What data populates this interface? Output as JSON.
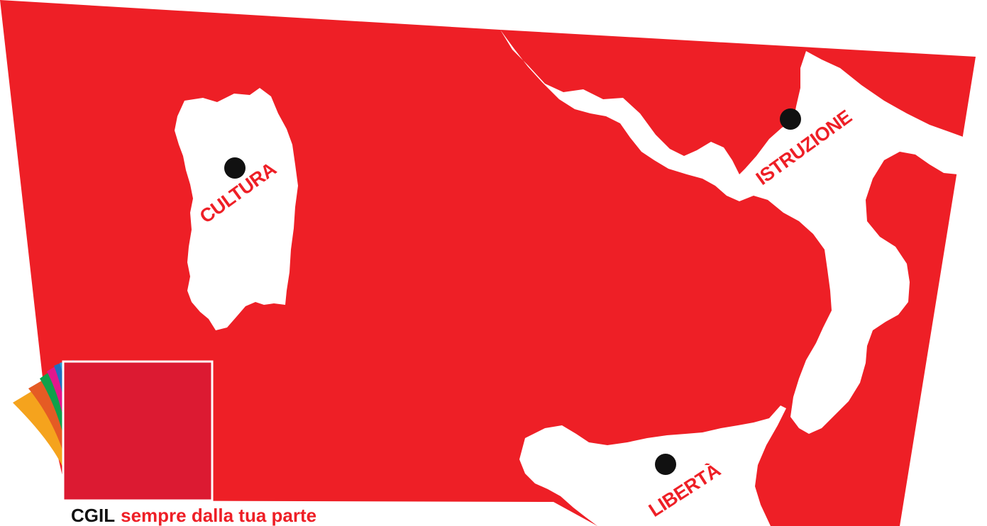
{
  "colors": {
    "background_red": "#ee1f26",
    "logo_square_red": "#dc1a32",
    "land_white": "#ffffff",
    "dot": "#111111",
    "label_red": "#ee1f26"
  },
  "map": {
    "sardinia_label": "CULTURA",
    "puglia_label": "ISTRUZIONE",
    "sicily_label": "LIBERTÀ",
    "markers": [
      "city-dot",
      "city-dot",
      "city-dot"
    ]
  },
  "logo": {
    "fan_colors": [
      "#f5a31d",
      "#e55b24",
      "#0fa14a",
      "#e2178c",
      "#1f6fbf",
      "#2a9ad6"
    ]
  },
  "tagline": {
    "brand": "CGIL",
    "slogan": "sempre dalla tua parte"
  }
}
